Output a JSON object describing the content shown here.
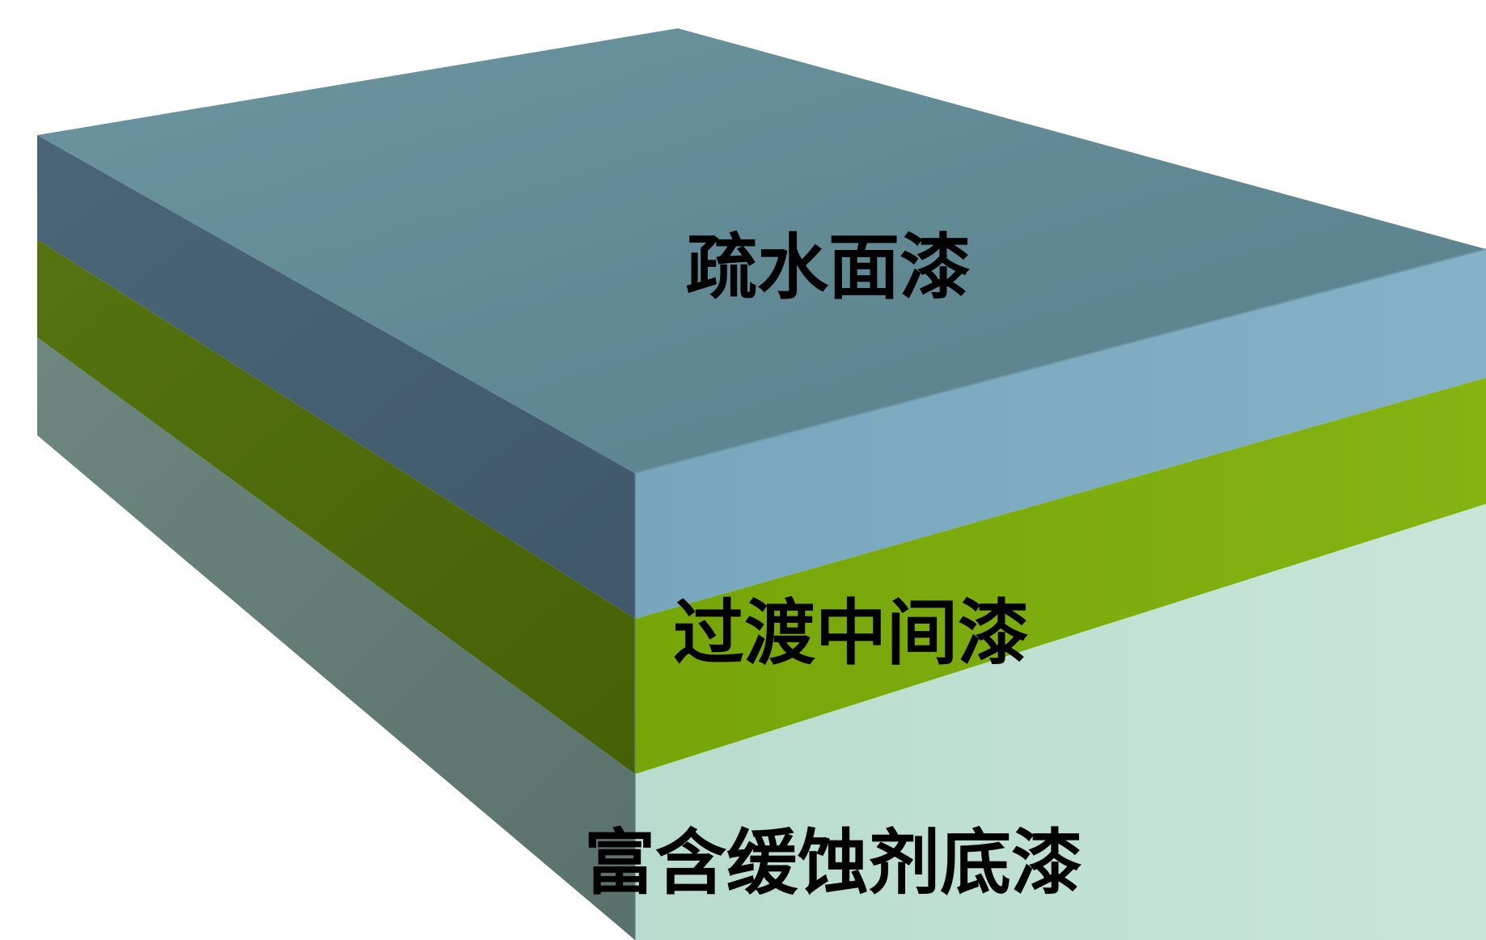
{
  "layers": [
    {
      "id": "top",
      "label": "疏水面漆",
      "colors": {
        "top_face": "#5d8893",
        "left_face": "#45606f",
        "front_face": "#7ba9bf"
      }
    },
    {
      "id": "middle",
      "label": "过渡中间漆",
      "colors": {
        "left_face": "#4c6607",
        "front_face": "#7aa90a"
      }
    },
    {
      "id": "bottom",
      "label": "富含缓蚀剂底漆",
      "colors": {
        "left_face": "#617a74",
        "front_face": "#bcdecf"
      }
    }
  ]
}
